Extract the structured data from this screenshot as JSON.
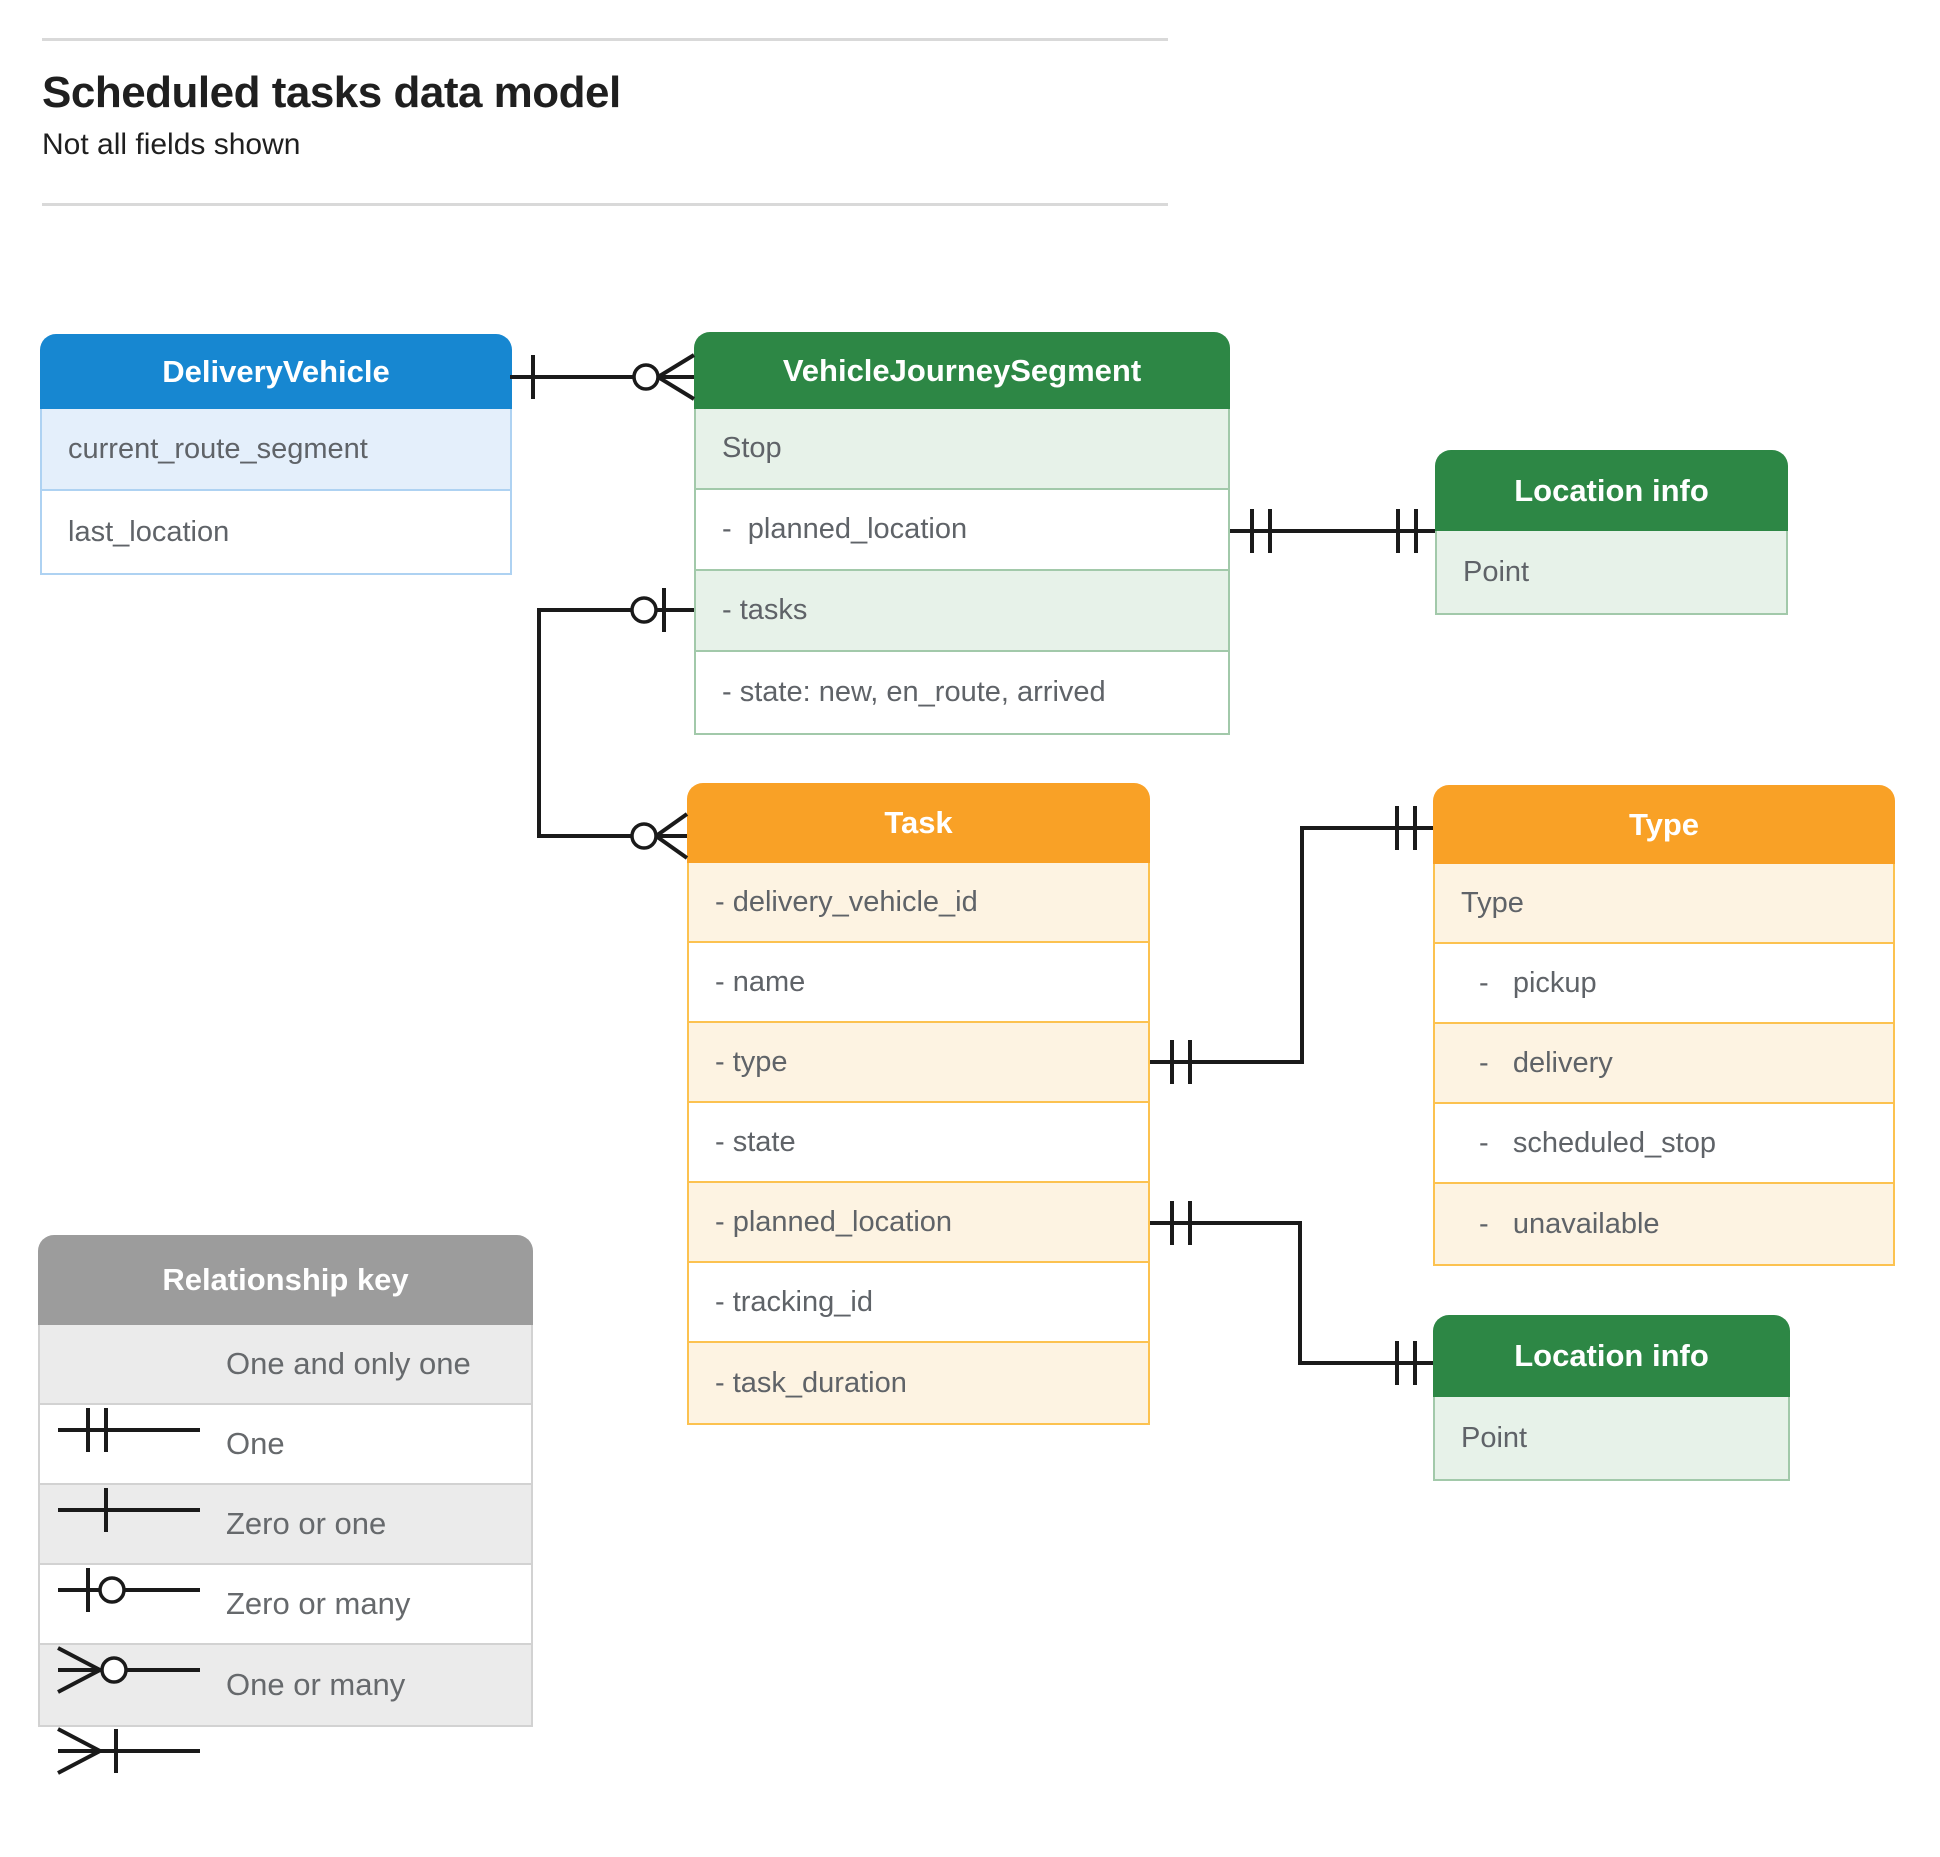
{
  "page": {
    "title": "Scheduled tasks data model",
    "subtitle": "Not all fields shown"
  },
  "entities": {
    "delivery_vehicle": {
      "title": "DeliveryVehicle",
      "rows": [
        "current_route_segment",
        "last_location"
      ]
    },
    "vehicle_journey_segment": {
      "title": "VehicleJourneySegment",
      "rows": [
        "Stop",
        "-  planned_location",
        "- tasks",
        "- state: new, en_route, arrived"
      ]
    },
    "location_info_top": {
      "title": "Location info",
      "rows": [
        "Point"
      ]
    },
    "task": {
      "title": "Task",
      "rows": [
        "- delivery_vehicle_id",
        "- name",
        "- type",
        "- state",
        "- planned_location",
        "- tracking_id",
        "- task_duration"
      ]
    },
    "type": {
      "title": "Type",
      "rows": [
        "Type",
        "-   pickup",
        "-   delivery",
        "-   scheduled_stop",
        "-   unavailable"
      ]
    },
    "location_info_bottom": {
      "title": "Location info",
      "rows": [
        "Point"
      ]
    }
  },
  "legend": {
    "title": "Relationship key",
    "items": [
      {
        "symbol": "one-and-only-one",
        "label": "One and only one"
      },
      {
        "symbol": "one",
        "label": "One"
      },
      {
        "symbol": "zero-or-one",
        "label": "Zero or one"
      },
      {
        "symbol": "zero-or-many",
        "label": "Zero or many"
      },
      {
        "symbol": "one-or-many",
        "label": "One or many"
      }
    ]
  },
  "relationships": [
    {
      "from": "DeliveryVehicle",
      "from_cardinality": "one",
      "to": "VehicleJourneySegment",
      "to_cardinality": "zero-or-many"
    },
    {
      "from": "VehicleJourneySegment.tasks",
      "from_cardinality": "zero-or-one",
      "to": "Task",
      "to_cardinality": "zero-or-many"
    },
    {
      "from": "VehicleJourneySegment.planned_location",
      "from_cardinality": "one-and-only-one",
      "to": "Location info",
      "to_cardinality": "one-and-only-one"
    },
    {
      "from": "Task.type",
      "from_cardinality": "one-and-only-one",
      "to": "Type",
      "to_cardinality": "one-and-only-one"
    },
    {
      "from": "Task.planned_location",
      "from_cardinality": "one-and-only-one",
      "to": "Location info",
      "to_cardinality": "one-and-only-one"
    }
  ],
  "colors": {
    "blue_header": "#1787d1",
    "blue_tint": "#e4effb",
    "blue_border": "#aed2f2",
    "green_header": "#2d8745",
    "green_tint": "#e7f2e9",
    "green_border": "#a2c9aa",
    "orange_header": "#f9a126",
    "orange_tint": "#fdf3e2",
    "orange_border": "#fcc250",
    "gray_header": "#9c9c9c",
    "gray_tint": "#ebebeb",
    "gray_border": "#d2d2d2",
    "row_text": "#5f6368",
    "legend_text": "#66696c",
    "title_text": "#1f1f1f",
    "rule": "#d9d9d9",
    "line": "#1a1a1a"
  }
}
